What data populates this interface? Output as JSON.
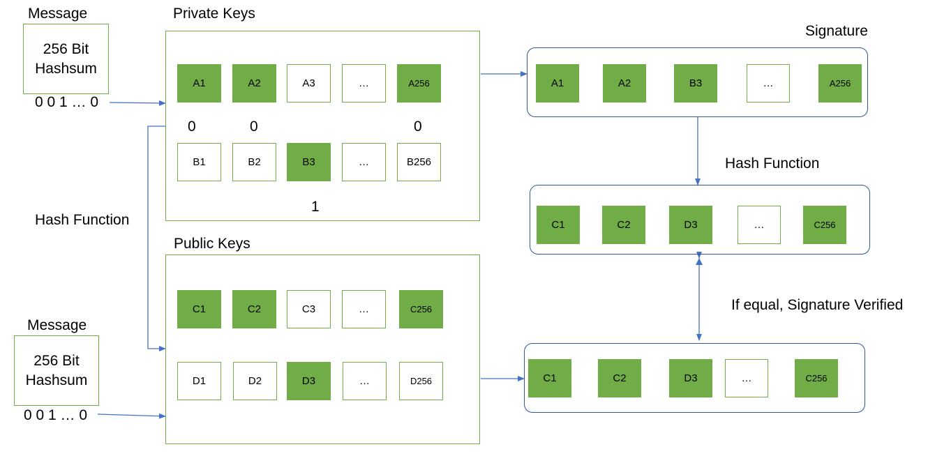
{
  "message_top": {
    "title": "Message",
    "line1": "256 Bit",
    "line2": "Hashsum",
    "bits": "0 0 1 … 0"
  },
  "message_bottom": {
    "title": "Message",
    "line1": "256 Bit",
    "line2": "Hashsum",
    "bits": "0 0 1 … 0"
  },
  "private_keys": {
    "title": "Private Keys",
    "row_a": [
      "A1",
      "A2",
      "A3",
      "…",
      "A256"
    ],
    "row_b": [
      "B1",
      "B2",
      "B3",
      "…",
      "B256"
    ],
    "bit_labels": [
      "0",
      "0",
      "0",
      "1"
    ]
  },
  "public_keys": {
    "title": "Public Keys",
    "row_c": [
      "C1",
      "C2",
      "C3",
      "…",
      "C256"
    ],
    "row_d": [
      "D1",
      "D2",
      "D3",
      "…",
      "D256"
    ]
  },
  "left_hash_label": "Hash Function",
  "signature": {
    "title": "Signature",
    "cells": [
      "A1",
      "A2",
      "B3",
      "…",
      "A256"
    ]
  },
  "right_hash_label": "Hash Function",
  "hashed_signature": {
    "cells": [
      "C1",
      "C2",
      "D3",
      "…",
      "C256"
    ]
  },
  "verify_label": "If equal, Signature Verified",
  "selected_public": {
    "cells": [
      "C1",
      "C2",
      "D3",
      "…",
      "C256"
    ]
  },
  "colors": {
    "fill_green": "#70ad47",
    "border_green": "#70ad47",
    "panel_blue": "#2f5597",
    "arrow_blue": "#4472c4"
  }
}
